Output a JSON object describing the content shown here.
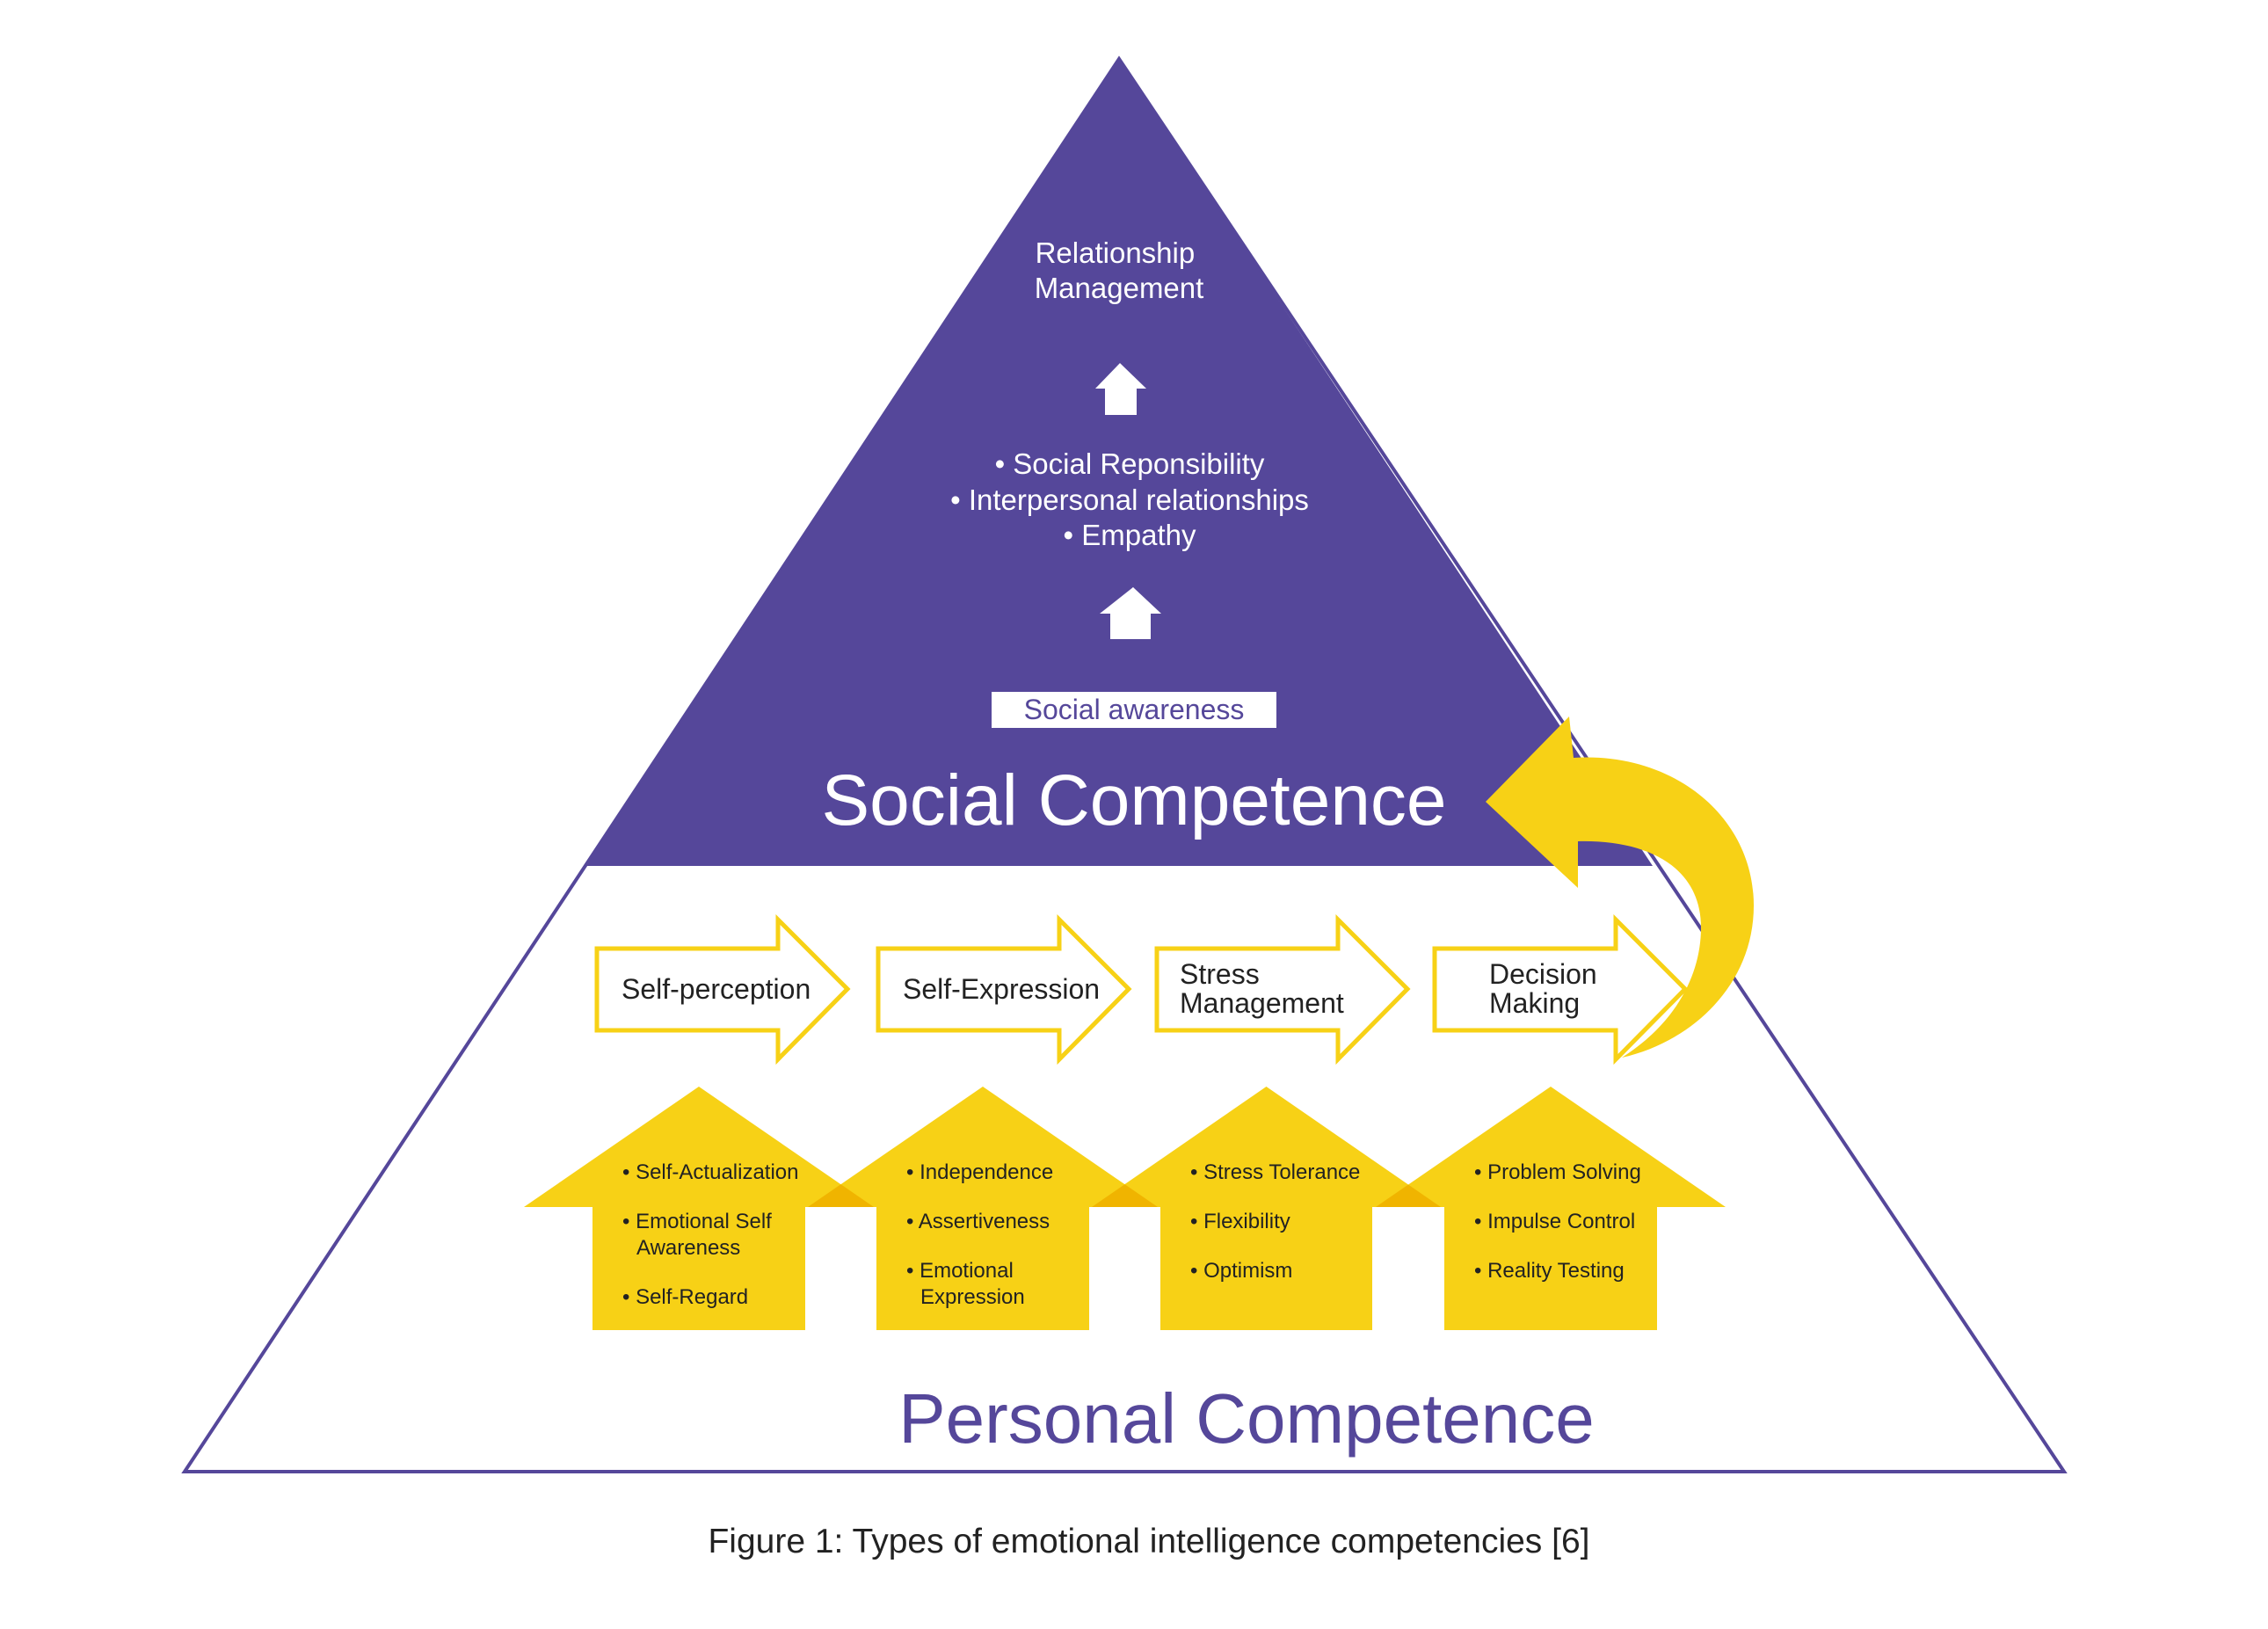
{
  "colors": {
    "purple": "#55479a",
    "yellow": "#f7d116",
    "yellow_overlap": "#f0b400",
    "white": "#ffffff",
    "text_dark": "#222222"
  },
  "social": {
    "title": "Social Competence",
    "top_label": [
      "Relationship",
      "Management"
    ],
    "bullets": [
      "Social Reponsibility",
      "Interpersonal relationships",
      "Empathy"
    ],
    "awareness_label": "Social awareness"
  },
  "personal": {
    "title": "Personal Competence",
    "process_arrows": [
      {
        "lines": [
          "Self-perception"
        ]
      },
      {
        "lines": [
          "Self-Expression"
        ]
      },
      {
        "lines": [
          "Stress",
          "Management"
        ]
      },
      {
        "lines": [
          "Decision",
          "Making"
        ]
      }
    ],
    "pillars": [
      {
        "items": [
          [
            "Self-Actualization"
          ],
          [
            "Emotional Self",
            "Awareness"
          ],
          [
            "Self-Regard"
          ]
        ]
      },
      {
        "items": [
          [
            "Independence"
          ],
          [
            "Assertiveness"
          ],
          [
            "Emotional",
            "Expression"
          ]
        ]
      },
      {
        "items": [
          [
            "Stress Tolerance"
          ],
          [
            "Flexibility"
          ],
          [
            "Optimism"
          ]
        ]
      },
      {
        "items": [
          [
            "Problem Solving"
          ],
          [
            "Impulse Control"
          ],
          [
            "Reality Testing"
          ]
        ]
      }
    ]
  },
  "caption": "Figure 1: Types of emotional intelligence competencies [6]"
}
